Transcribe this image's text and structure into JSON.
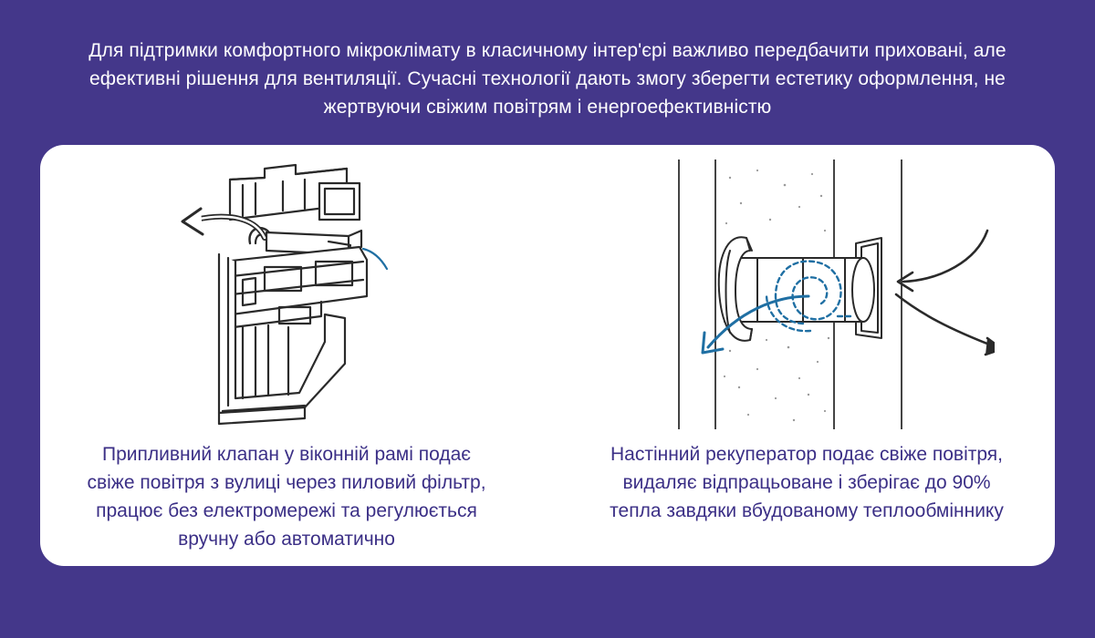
{
  "intro": {
    "text": "Для підтримки комфортного мікроклімату в класичному інтер'єрі важливо передбачити приховані, але ефективні рішення для вентиляції. Сучасні технології дають змогу зберегти естетику оформлення, не жертвуючи свіжим повітрям і енергоефективністю"
  },
  "panels": {
    "left": {
      "illustration_icon": "window-supply-valve-icon",
      "caption": "Припливний клапан у віконній рамі подає свіже повітря з вулиці через пиловий фільтр, працює без електромережі та регулюється вручну або автоматично"
    },
    "right": {
      "illustration_icon": "wall-recuperator-icon",
      "caption": "Настінний рекуператор подає свіже повітря, видаляє відпрацьоване і зберігає до 90% тепла завдяки вбудованому теплообміннику"
    }
  },
  "colors": {
    "background": "#44378a",
    "card": "#ffffff",
    "caption_text": "#3b2f86",
    "line_art": "#2a2a2a",
    "air_arrow": "#1f6fa3"
  }
}
